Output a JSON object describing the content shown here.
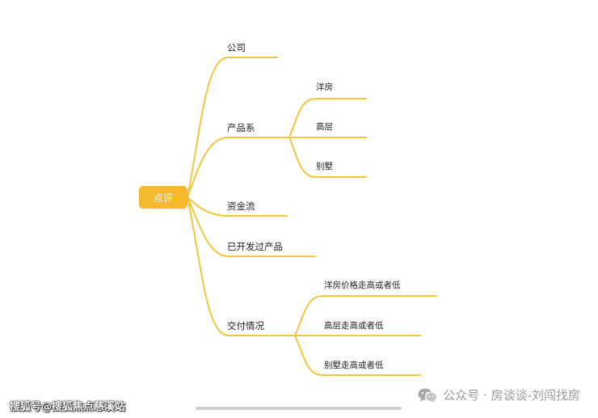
{
  "colors": {
    "branch": "#f3c63b",
    "root_fill": "#f5b82e",
    "root_text": "#ffffff"
  },
  "root": {
    "label": "点评"
  },
  "branches": [
    {
      "id": "company",
      "label": "公司",
      "children": []
    },
    {
      "id": "product-series",
      "label": "产品系",
      "children": [
        {
          "id": "villa-house",
          "label": "洋房"
        },
        {
          "id": "high-rise",
          "label": "高层"
        },
        {
          "id": "villa",
          "label": "别墅"
        }
      ]
    },
    {
      "id": "capital-flow",
      "label": "资金流",
      "children": []
    },
    {
      "id": "developed-products",
      "label": "已开发过产品",
      "children": []
    },
    {
      "id": "delivery",
      "label": "交付情况",
      "children": [
        {
          "id": "villa-house-price",
          "label": "洋房价格走高或者低"
        },
        {
          "id": "high-rise-price",
          "label": "高层走高或者低"
        },
        {
          "id": "villa-price",
          "label": "别墅走高或者低"
        }
      ]
    }
  ],
  "watermark": {
    "left": "搜狐号@搜狐焦点慈溪站",
    "right": "公众号 · 房谈谈-刘闯找房",
    "right_icon": "wechat-icon"
  }
}
